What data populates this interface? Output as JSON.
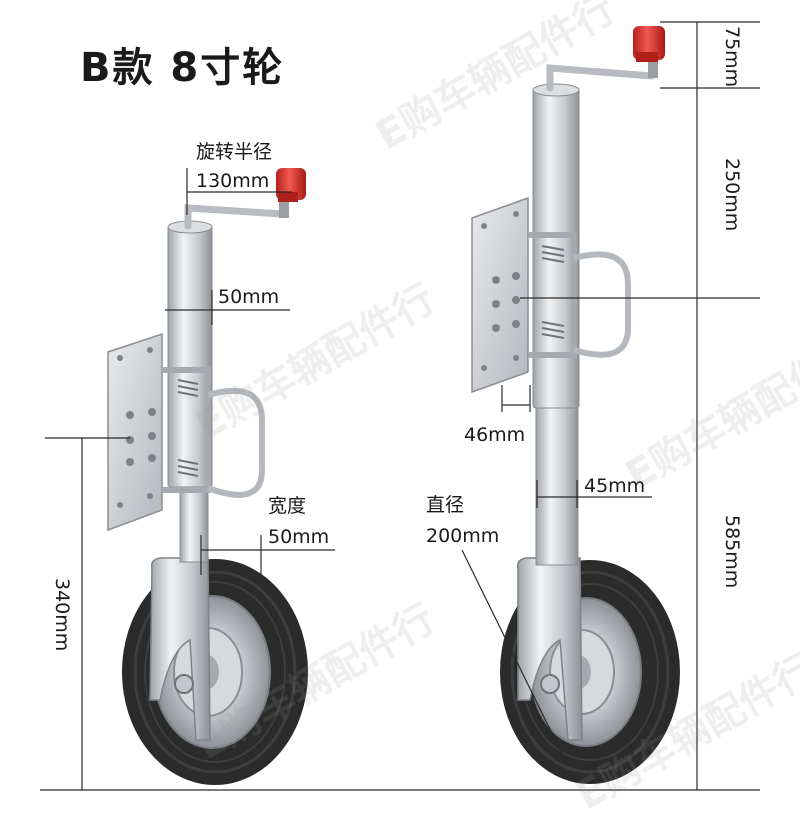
{
  "title": "B款 8寸轮",
  "watermark": "E购车辆配件行",
  "left_jack": {
    "radius_label": "旋转半径",
    "radius_value": "130mm",
    "tube_diameter": "50mm",
    "wheel_width_label": "宽度",
    "wheel_width_value": "50mm",
    "height": "340mm"
  },
  "right_jack": {
    "top_height": "75mm",
    "handle_height": "250mm",
    "inner_tube": "46mm",
    "lower_tube": "45mm",
    "diameter_label": "直径",
    "diameter_value": "200mm",
    "lower_height": "585mm"
  },
  "colors": {
    "knob": "#e8362e",
    "metal": "#c9ccd0",
    "tire": "#2b2b2b",
    "text": "#1a1a1a"
  }
}
